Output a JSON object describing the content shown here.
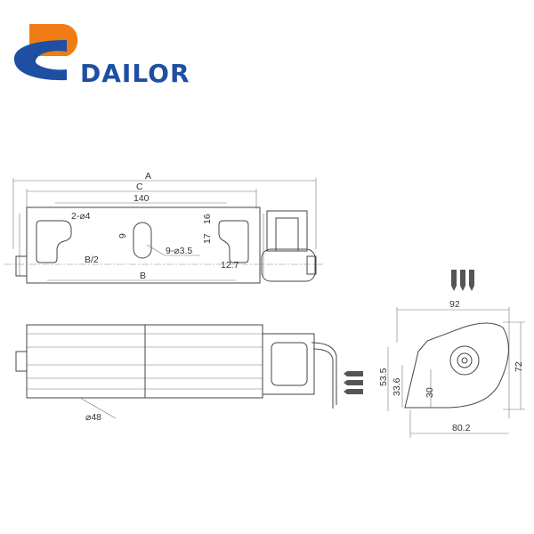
{
  "logo": {
    "text": "DAILOR",
    "colors": {
      "blue": "#1e4fa3",
      "orange": "#f07d14"
    }
  },
  "top_view": {
    "dim_A": "A",
    "dim_C": "C",
    "dim_140": "140",
    "holes_2": "2-⌀4",
    "dim_9": "9",
    "dim_17": "17",
    "dim_16": "16",
    "holes_9": "9-⌀3.5",
    "dim_B_half": "B/2",
    "dim_12_7": "12.7",
    "dim_B": "B"
  },
  "front_view": {
    "diameter": "⌀48"
  },
  "side_view": {
    "dim_92": "92",
    "dim_72": "72",
    "dim_53_5": "53.5",
    "dim_33_6": "33.6",
    "dim_30": "30",
    "dim_80_2": "80.2"
  }
}
